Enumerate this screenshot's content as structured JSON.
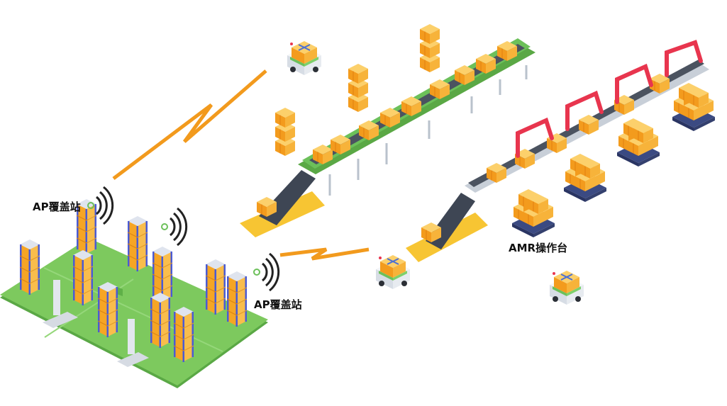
{
  "labels": {
    "ap_station_top": "AP覆盖站",
    "ap_station_bottom": "AP覆盖站",
    "amr_station": "AMR操作台"
  },
  "colors": {
    "floor_green": "#7dc95e",
    "floor_dark": "#5aa845",
    "conveyor_green": "#6cc05a",
    "belt_dark": "#3e4654",
    "rack_blue": "#4a5bd4",
    "box_orange": "#f6a524",
    "box_light": "#fbc65a",
    "robot_arm_red": "#e8354e",
    "signal_lightning": "#f29a1d",
    "pallet_navy": "#34406e",
    "ramp_yellow": "#f7c533"
  },
  "icons": [
    "signal-arc-icon",
    "lightning-icon",
    "amr-robot-icon",
    "storage-rack-icon",
    "robot-arm-icon",
    "cargo-box-icon",
    "pallet-icon",
    "conveyor-icon"
  ]
}
